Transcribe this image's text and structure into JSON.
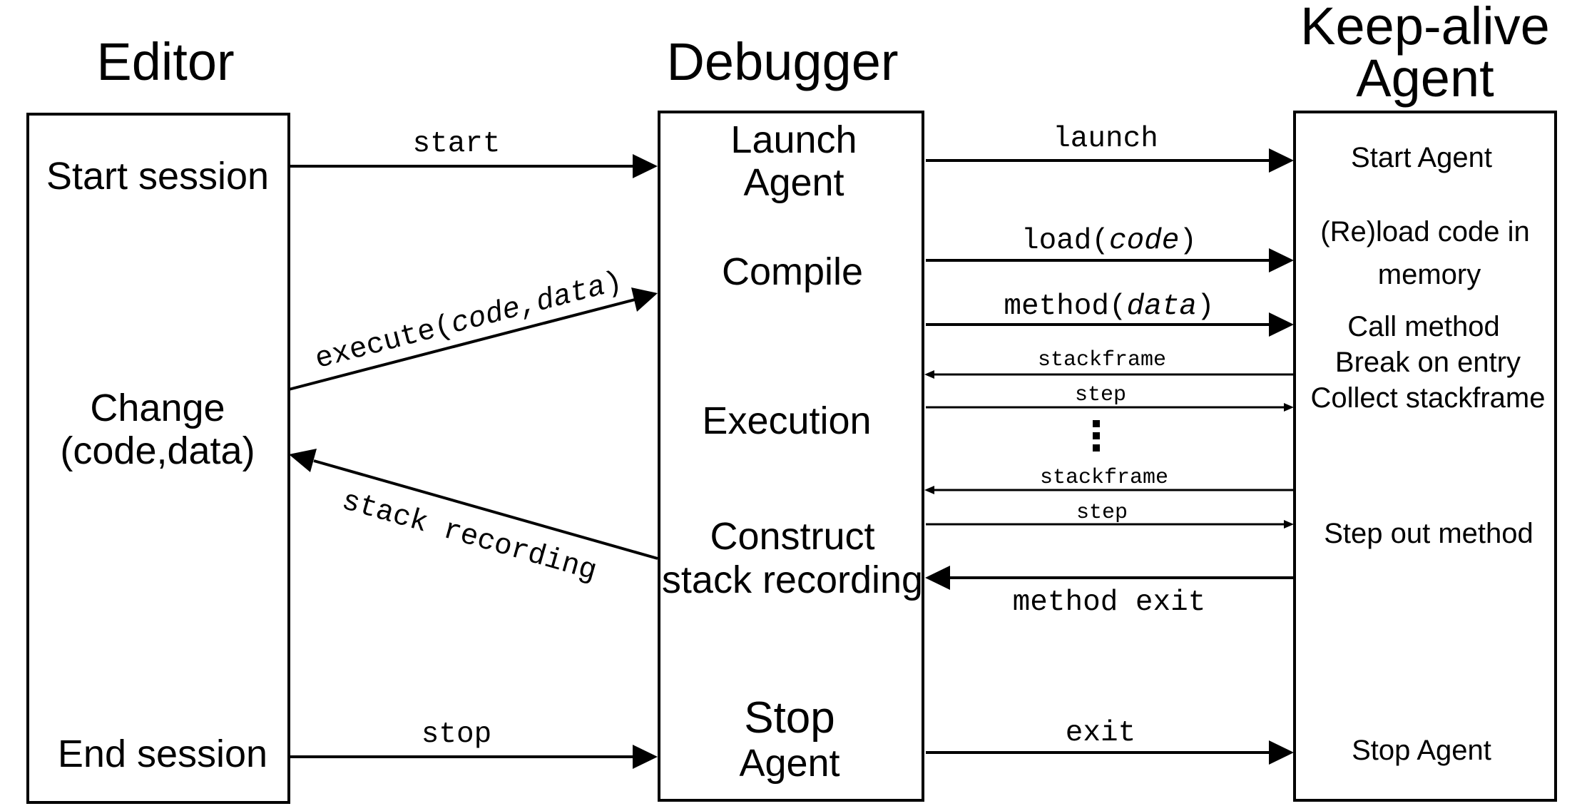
{
  "columns": {
    "editor": {
      "title": "Editor"
    },
    "debugger": {
      "title": "Debugger"
    },
    "agent": {
      "title_line1": "Keep-alive",
      "title_line2": "Agent"
    }
  },
  "editor_steps": {
    "start_session": "Start session",
    "change_line1": "Change",
    "change_line2": "(code,data)",
    "end_session": "End session"
  },
  "debugger_steps": {
    "launch_line1": "Launch",
    "launch_line2": "Agent",
    "compile": "Compile",
    "execution": "Execution",
    "construct_line1": "Construct",
    "construct_line2": "stack recording",
    "stop_line1": "Stop",
    "stop_line2": "Agent"
  },
  "agent_steps": {
    "start_agent": "Start Agent",
    "reload_line1": "(Re)load code in",
    "reload_line2": "memory",
    "call_method": "Call method",
    "break_on_entry": "Break on entry",
    "collect_stackframe": "Collect stackframe",
    "step_out": "Step out method",
    "stop_agent": "Stop Agent"
  },
  "messages": {
    "start": "start",
    "execute_prefix": "execute(",
    "execute_args": "code,data",
    "execute_suffix": ")",
    "stack_recording": "stack recording",
    "stop": "stop",
    "launch": "launch",
    "load_prefix": "load(",
    "load_arg": "code",
    "load_suffix": ")",
    "method_prefix": "method(",
    "method_arg": "data",
    "method_suffix": ")",
    "stackframe_1": "stackframe",
    "step_1": "step",
    "stackframe_2": "stackframe",
    "step_2": "step",
    "method_exit": "method exit",
    "exit": "exit"
  }
}
